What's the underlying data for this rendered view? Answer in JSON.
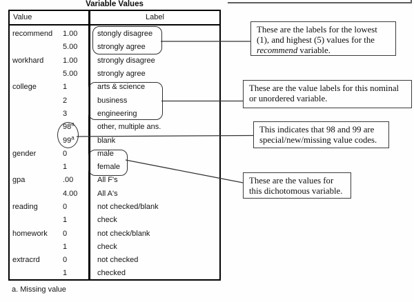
{
  "title": "Variable Values",
  "table": {
    "headers": {
      "value": "Value",
      "label": "Label"
    },
    "rows": [
      {
        "name": "recommend",
        "value": "1.00",
        "sup": "",
        "label": "stongly disagree"
      },
      {
        "name": "",
        "value": "5.00",
        "sup": "",
        "label": "strongly agree"
      },
      {
        "name": "workhard",
        "value": "1.00",
        "sup": "",
        "label": "strongly disagree"
      },
      {
        "name": "",
        "value": "5.00",
        "sup": "",
        "label": "strongly agree"
      },
      {
        "name": "college",
        "value": "1",
        "sup": "",
        "label": "arts & science"
      },
      {
        "name": "",
        "value": "2",
        "sup": "",
        "label": "business"
      },
      {
        "name": "",
        "value": "3",
        "sup": "",
        "label": "engineering"
      },
      {
        "name": "",
        "value": "98",
        "sup": "a",
        "label": "other, multiple ans."
      },
      {
        "name": "",
        "value": "99",
        "sup": "a",
        "label": "blank"
      },
      {
        "name": "gender",
        "value": "0",
        "sup": "",
        "label": "male"
      },
      {
        "name": "",
        "value": "1",
        "sup": "",
        "label": "female"
      },
      {
        "name": "gpa",
        "value": ".00",
        "sup": "",
        "label": "All F's"
      },
      {
        "name": "",
        "value": "4.00",
        "sup": "",
        "label": "All A's"
      },
      {
        "name": "reading",
        "value": "0",
        "sup": "",
        "label": "not checked/blank"
      },
      {
        "name": "",
        "value": "1",
        "sup": "",
        "label": "check"
      },
      {
        "name": "homework",
        "value": "0",
        "sup": "",
        "label": "not check/blank"
      },
      {
        "name": "",
        "value": "1",
        "sup": "",
        "label": "check"
      },
      {
        "name": "extracrd",
        "value": "0",
        "sup": "",
        "label": "not checked"
      },
      {
        "name": "",
        "value": "1",
        "sup": "",
        "label": "checked"
      }
    ],
    "footnote": "a. Missing value"
  },
  "callouts": [
    {
      "text_before": "These are the labels for the lowest (1), and highest (5) values for the ",
      "italic": "recommend",
      "text_after": " variable."
    },
    {
      "text_before": "These are the value labels for this nominal or unordered variable.",
      "italic": "",
      "text_after": ""
    },
    {
      "text_before": "This indicates that 98 and 99 are special/new/missing value codes.",
      "italic": "",
      "text_after": ""
    },
    {
      "text_before": "These are the values for this dichotomous variable.",
      "italic": "",
      "text_after": ""
    }
  ],
  "colors": {
    "table_border": "#000000",
    "callout_border": "#3a3a3a",
    "text": "#111111",
    "background": "#fefefe"
  }
}
